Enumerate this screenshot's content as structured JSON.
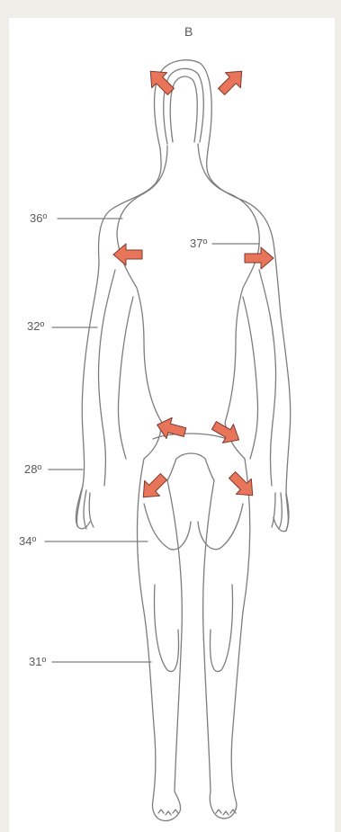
{
  "figure": {
    "panel_letter": "B",
    "colors": {
      "arrow_fill": "#e8745a",
      "arrow_stroke": "#7a3a2e",
      "line": "#7d7d7d",
      "background": "#efeee8",
      "paper": "#ffffff"
    },
    "temperatures": {
      "shoulder_left": "36º",
      "shoulder_right": "37º",
      "upper_arm": "32º",
      "hand": "28º",
      "thigh": "34º",
      "lower_leg": "31º"
    },
    "arrows": [
      {
        "name": "head-arrow-left",
        "direction": "up-left"
      },
      {
        "name": "head-arrow-right",
        "direction": "up-right"
      },
      {
        "name": "shoulder-arrow-left",
        "direction": "left"
      },
      {
        "name": "shoulder-arrow-right",
        "direction": "right"
      },
      {
        "name": "hip-arrow-left",
        "direction": "left"
      },
      {
        "name": "hip-arrow-right",
        "direction": "down-right"
      },
      {
        "name": "groin-arrow-left",
        "direction": "down-left"
      },
      {
        "name": "groin-arrow-right",
        "direction": "down-right"
      }
    ]
  }
}
